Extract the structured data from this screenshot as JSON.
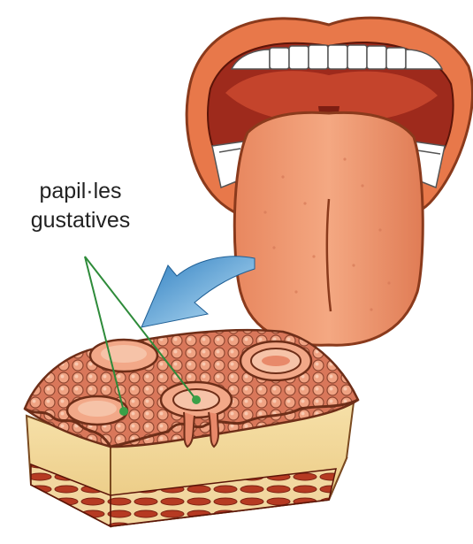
{
  "label": {
    "line1": "papil·les",
    "line2": "gustatives"
  },
  "colors": {
    "lip": "#e8784a",
    "lip_dark": "#c85a30",
    "mouth_interior": "#9e2a1c",
    "tongue": "#f09a72",
    "tongue_shadow": "#d97a55",
    "teeth": "#ffffff",
    "arrow": "#4aa3d8",
    "papilla": "#e8896a",
    "papilla_dark": "#a8553a",
    "tissue": "#f3d89a",
    "muscle": "#b93a22",
    "pointer_line": "#2e8b3a",
    "pointer_dot": "#3aa047"
  },
  "icons": [
    "open-mouth-illustration",
    "curved-arrow-icon",
    "tongue-tissue-section"
  ]
}
